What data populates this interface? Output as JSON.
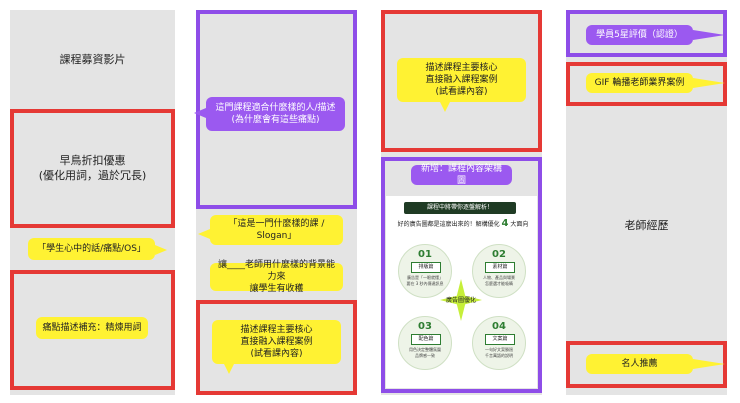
{
  "colors": {
    "red": "#e53935",
    "purple": "#8e4de8",
    "yellow": "#fff233",
    "callout_purple": "#9b59f0",
    "gray": "#e4e4e4"
  },
  "col1": {
    "title": "課程募資影片",
    "early_bird": "早鳥折扣優惠\n(優化用詞，過於冗長)",
    "student_voice": "「學生心中的話/痛點/OS」",
    "pain_point": "痛點描述補充：精煉用詞"
  },
  "col2": {
    "suitable": "這門課程適合什麼樣的人/描述\n(為什麼會有這些痛點)",
    "slogan": "「這是一門什麼樣的課 /\nSlogan」",
    "teacher_bg": "讓____老師用什麼樣的背景能力來\n讓學生有收穫",
    "core_case": "描述課程主要核心\n直接融入課程案例\n(試看課內容)"
  },
  "col3": {
    "core_case": "描述課程主要核心\n直接融入課程案例\n(試看課內容)",
    "new_framework": "新增：課程內容架構圖",
    "infographic": {
      "header": "課程中將帶你逐盤解析！",
      "subtitle_pre": "好的廣告圖都是這麼出來的！解構優化",
      "subtitle_num": "4",
      "subtitle_post": "大面向",
      "center": "廣告圖優化",
      "items": [
        {
          "num": "01",
          "tag": "排版篇",
          "desc": "廣告是「一眼就懂」\n要在 3 秒內傳達訊息"
        },
        {
          "num": "02",
          "tag": "素材篇",
          "desc": "人物、產品與場景\n怎麼選才能吸睛"
        },
        {
          "num": "03",
          "tag": "配色篇",
          "desc": "用色決定整體氛圍\n品牌感一致"
        },
        {
          "num": "04",
          "tag": "文案篇",
          "desc": "一句好文案勝過\n千言萬語的說明"
        }
      ]
    }
  },
  "col4": {
    "rating": "學員5星評價（認證）",
    "gif": "GIF 輪播老師業界案例",
    "teacher": "老師經歷",
    "celebrity": "名人推薦"
  }
}
